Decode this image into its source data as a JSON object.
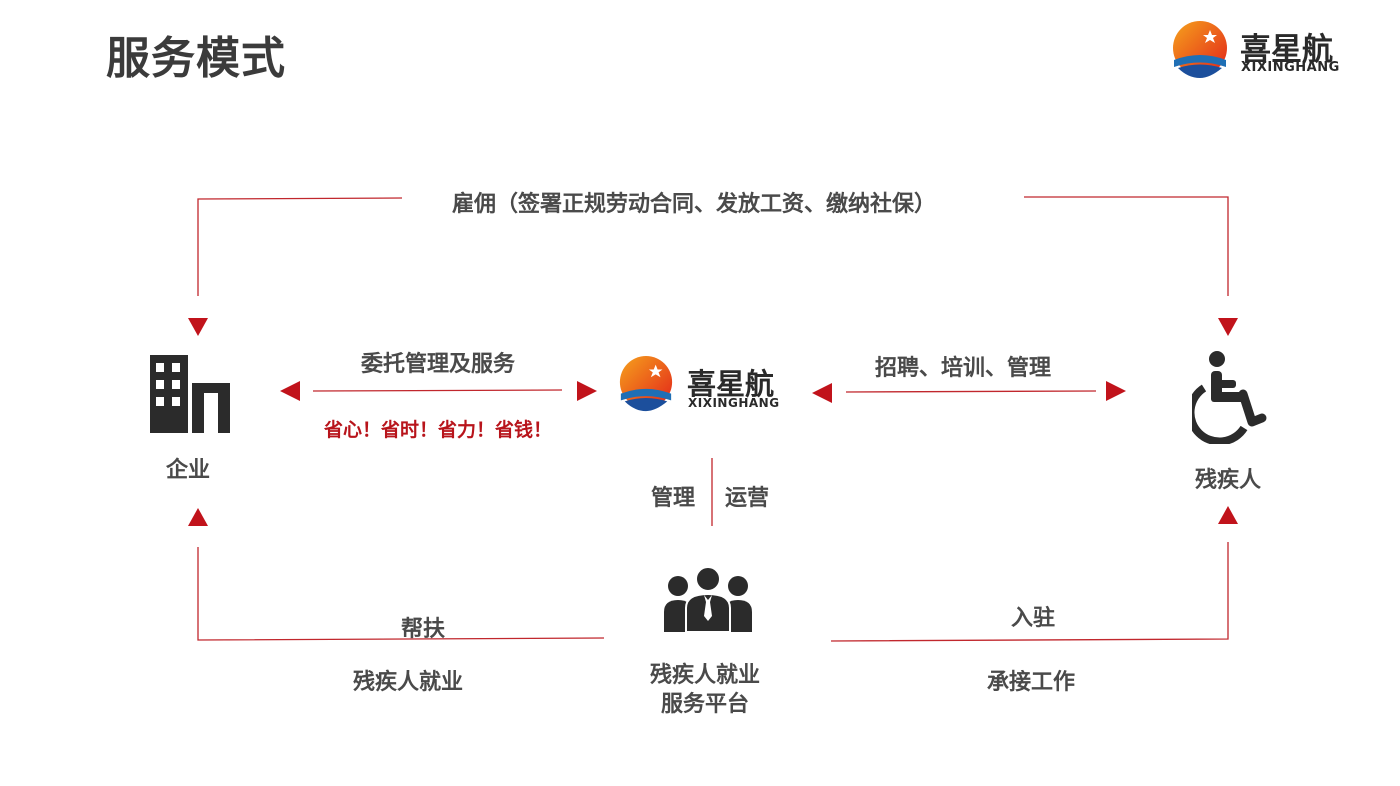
{
  "slide": {
    "title": "服务模式"
  },
  "logo": {
    "cn": "喜星航",
    "en": "XIXINGHANG"
  },
  "diagram": {
    "employ_label": "雇佣（签署正规劳动合同、发放工资、缴纳社保）",
    "entrust_label": "委托管理及服务",
    "benefit_slogan": "省心！省时！省力！省钱！",
    "recruit_label": "招聘、培训、管理",
    "manage_label": "管理",
    "operate_label": "运营",
    "enterprise_label": "企业",
    "disabled_label": "残疾人",
    "help_label": "帮扶",
    "help_sub_label": "残疾人就业",
    "settle_label": "入驻",
    "settle_sub_label": "承接工作",
    "platform_label_line1": "残疾人就业",
    "platform_label_line2": "服务平台"
  },
  "colors": {
    "accent": "#b8141b",
    "text": "#4a4a4a",
    "icon": "#2b2b2b"
  }
}
